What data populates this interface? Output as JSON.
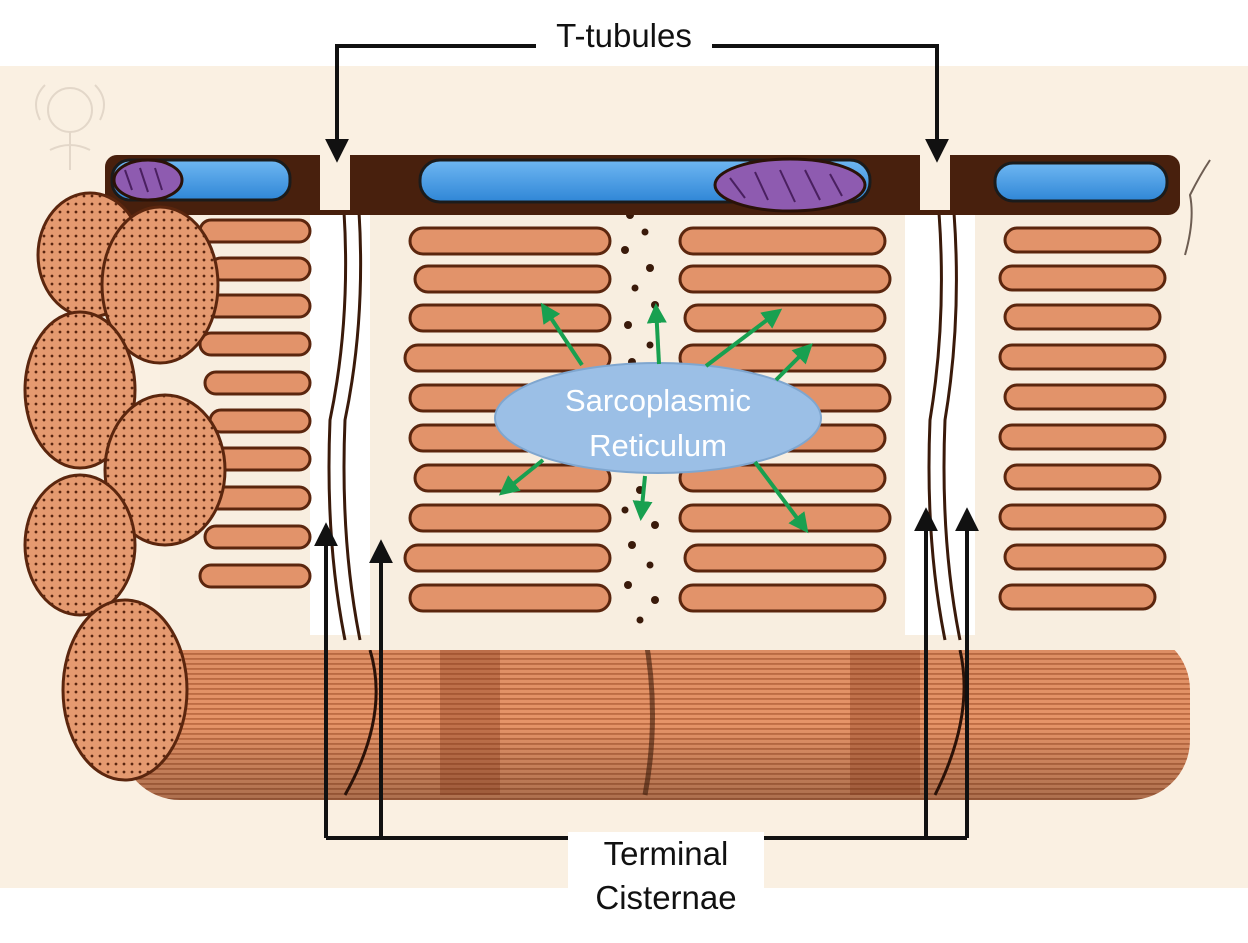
{
  "labels": {
    "t_tubules": "T-tubules",
    "sarcoplasmic_line1": "Sarcoplasmic",
    "sarcoplasmic_line2": "Reticulum",
    "terminal_line1": "Terminal",
    "terminal_line2": "Cisternae"
  },
  "colors": {
    "background": "#faf0e2",
    "muscle": "#e2936a",
    "muscle_dark": "#8a3d1c",
    "shadow": "#3a1a0a",
    "t_tubule_blue": "#4a9be0",
    "mitochondrion": "#8e5bb0",
    "sr_bubble": "#9bbfe6",
    "arrow_green": "#18a050",
    "leader_line": "#111111"
  }
}
